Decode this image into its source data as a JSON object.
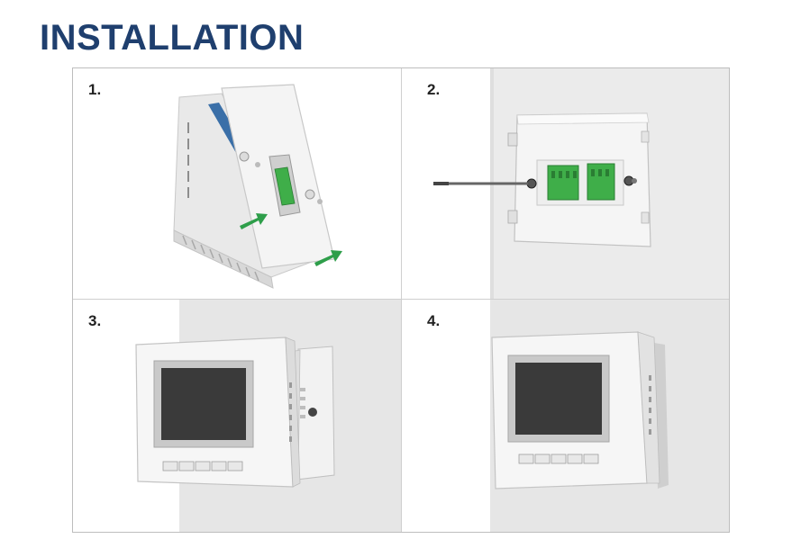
{
  "page": {
    "title": "INSTALLATION"
  },
  "steps": [
    {
      "label": "1.",
      "illustration": "thermostat-back-plate-detach-icon"
    },
    {
      "label": "2.",
      "illustration": "wall-mount-screw-icon"
    },
    {
      "label": "3.",
      "illustration": "thermostat-attach-to-plate-icon"
    },
    {
      "label": "4.",
      "illustration": "thermostat-installed-icon"
    }
  ],
  "colors": {
    "title": "#1f3f6e",
    "arrow": "#2e9e4a",
    "terminal": "#3fae49",
    "screen": "#3a3a3a",
    "wall": "#e6e6e6"
  }
}
